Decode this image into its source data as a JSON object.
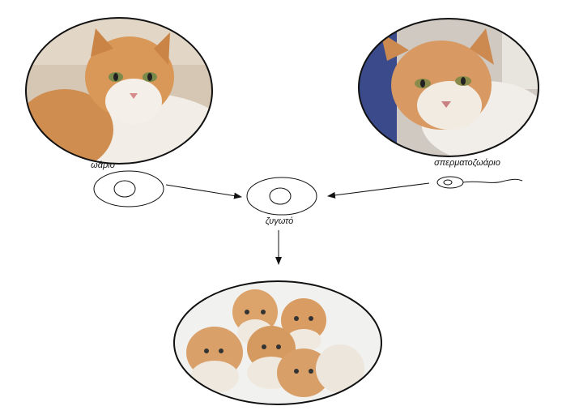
{
  "labels": {
    "egg": "ωάριο",
    "sperm": "σπερματοζωάριο",
    "zygote": "ζυγωτό"
  },
  "photos": {
    "mother": "ginger-white-cat-photo",
    "father": "ginger-white-cat-photo",
    "offspring": "ginger-kittens-photo"
  },
  "colors": {
    "fur_orange": "#d9945a",
    "fur_white": "#f3efe8",
    "outline": "#111111"
  }
}
